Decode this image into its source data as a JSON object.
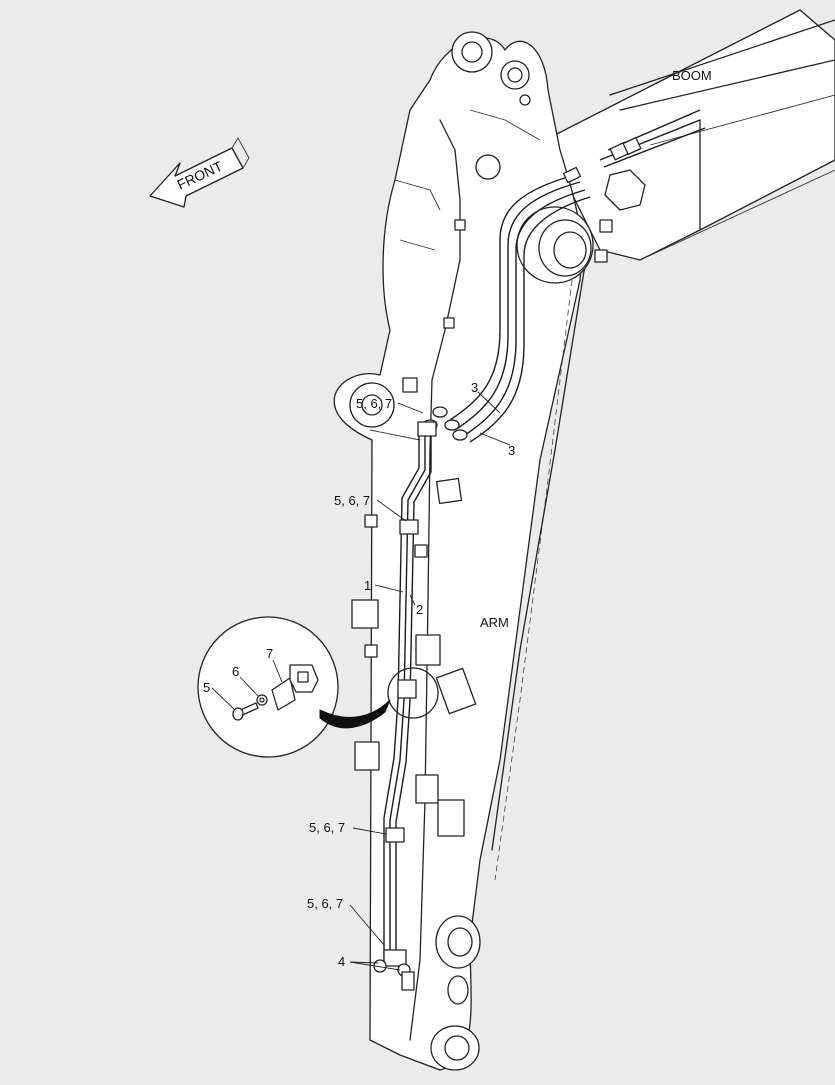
{
  "figure": {
    "labels": {
      "boom": "BOOM",
      "arm": "ARM",
      "front": "FRONT"
    },
    "callouts": {
      "c1": "1",
      "c2": "2",
      "c3a": "3",
      "c3b": "3",
      "c4": "4",
      "c567a": "5, 6, 7",
      "c567b": "5, 6, 7",
      "c567c": "5, 6, 7",
      "c567d": "5, 6, 7"
    },
    "detail": {
      "c5": "5",
      "c6": "6",
      "c7": "7"
    }
  }
}
